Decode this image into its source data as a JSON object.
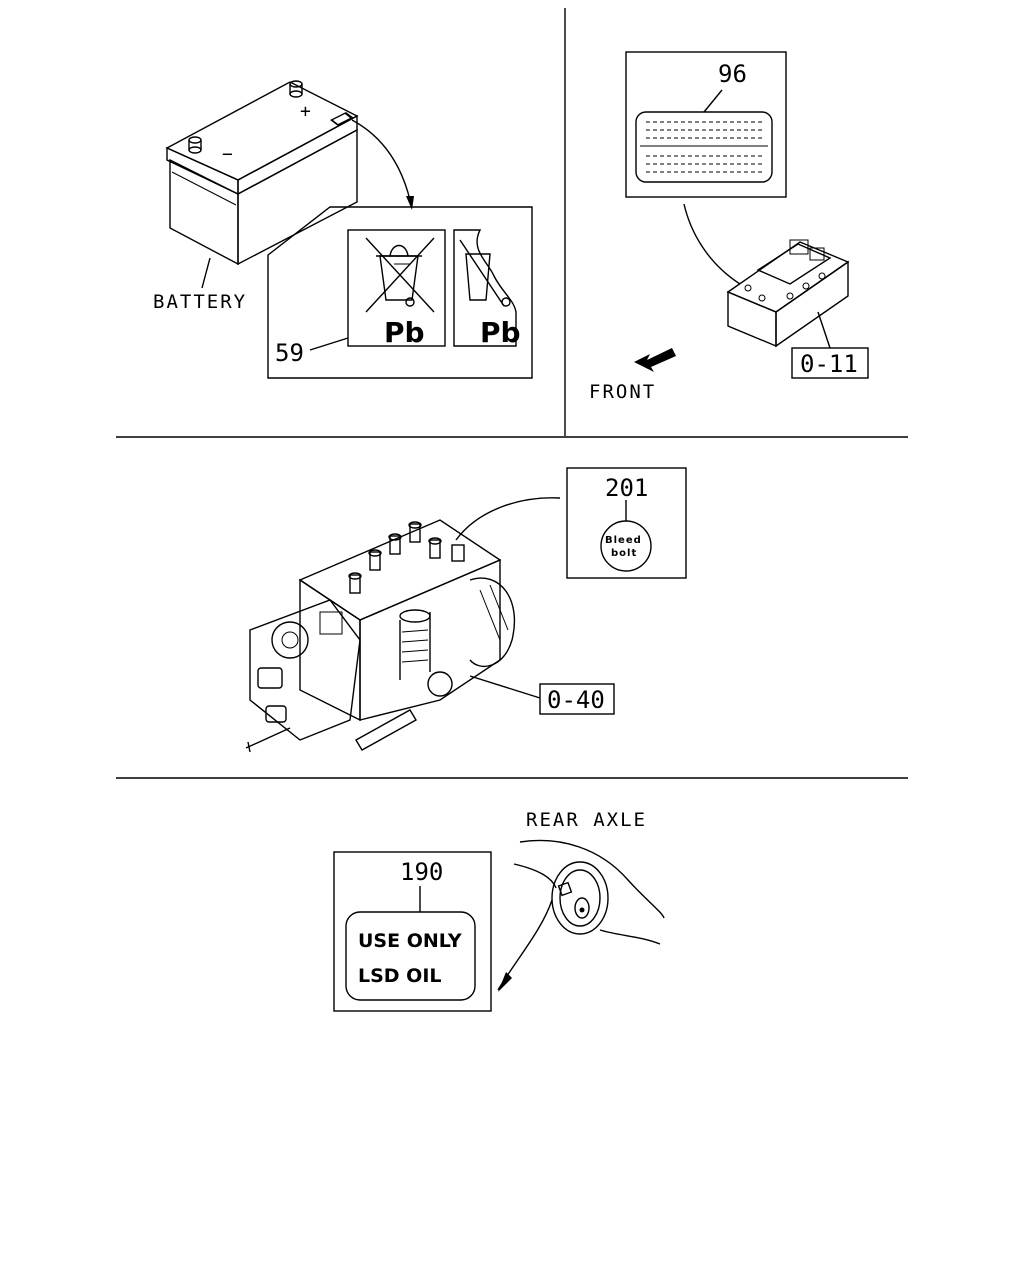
{
  "labels": {
    "battery": "BATTERY",
    "front": "FRONT",
    "rear_axle": "REAR AXLE"
  },
  "callouts": {
    "battery_label_ref": "59",
    "fuse_label_ref": "96",
    "fuse_box_ref": "0-11",
    "bleed_label_ref": "201",
    "injection_pump_ref": "0-40",
    "lsd_label_ref": "190"
  },
  "decals": {
    "pb_left": "Pb",
    "pb_right": "Pb",
    "bleed_line1": "Bleed",
    "bleed_line2": "bolt",
    "lsd_line1": "USE ONLY",
    "lsd_line2": "LSD OIL"
  },
  "battery_terminals": {
    "positive": "+",
    "negative": "−"
  }
}
